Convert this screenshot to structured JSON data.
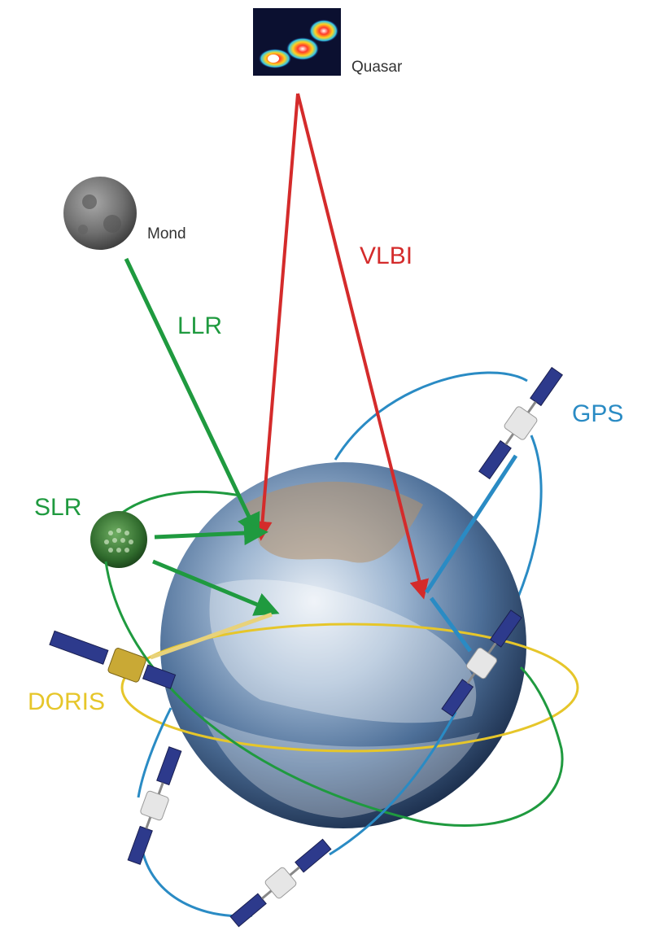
{
  "labels": {
    "quasar": "Quasar",
    "mond": "Mond",
    "vlbi": "VLBI",
    "llr": "LLR",
    "gps": "GPS",
    "slr": "SLR",
    "doris": "DORIS"
  },
  "colors": {
    "vlbi": "#d42b2b",
    "llr": "#1f9a3f",
    "slr": "#1f9a3f",
    "gps": "#2a8bc4",
    "doris": "#e6c62a",
    "label_dark": "#333333"
  },
  "icons": [
    "quasar-image",
    "moon-icon",
    "earth-globe",
    "slr-satellite-icon",
    "gps-satellite-icon",
    "doris-satellite-icon"
  ]
}
